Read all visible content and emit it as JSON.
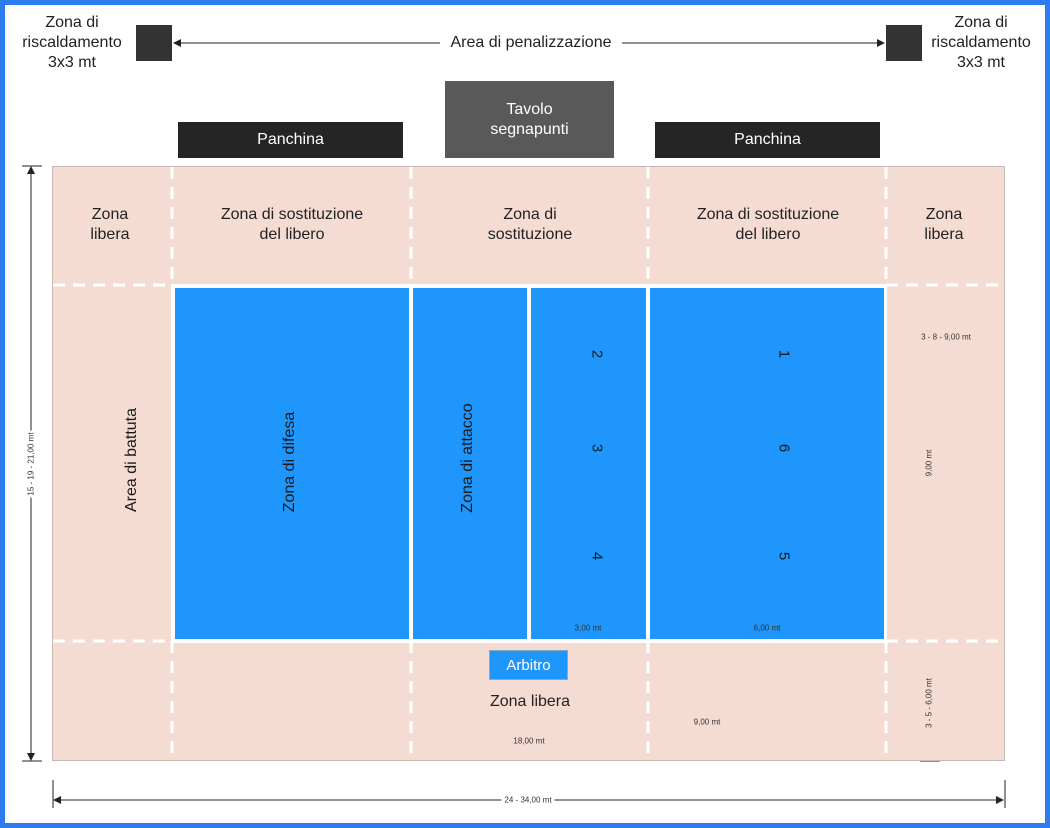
{
  "header": {
    "warmup_left": "Zona di\nriscaldamento\n3x3 mt",
    "warmup_right": "Zona di\nriscaldamento\n3x3 mt",
    "penalty_area": "Area di penalizzazione",
    "scorer_table": "Tavolo\nsegnapunti",
    "bench_left": "Panchina",
    "bench_right": "Panchina"
  },
  "zones": {
    "free_left": "Zona\nlibera",
    "libero_left": "Zona di sostituzione\ndel libero",
    "substitution": "Zona di\nsostituzione",
    "libero_right": "Zona di sostituzione\ndel libero",
    "free_right": "Zona\nlibera",
    "serve_area": "Area di battuta",
    "defense": "Zona di difesa",
    "attack": "Zona di attacco",
    "referee": "Arbitro",
    "free_bottom": "Zona libera"
  },
  "positions": {
    "p2": "2",
    "p3": "3",
    "p4": "4",
    "p1": "1",
    "p6": "6",
    "p5": "5"
  },
  "dimensions": {
    "height_total": "15 - 19 - 21,00 mt",
    "width_total": "24 - 34,00 mt",
    "court_length": "18,00 mt",
    "half_court": "9,00 mt",
    "court_width": "9,00 mt",
    "free_side": "3 - 8 - 9,00 mt",
    "free_end": "3 - 5 - 6,00 mt",
    "attack_depth": "3,00 mt",
    "back_depth": "6,00 mt"
  },
  "colors": {
    "frame": "#2e7bf2",
    "court": "#1e96fb",
    "free_zone": "#f5dcd3",
    "bench": "#252525",
    "scorer": "#595959"
  }
}
